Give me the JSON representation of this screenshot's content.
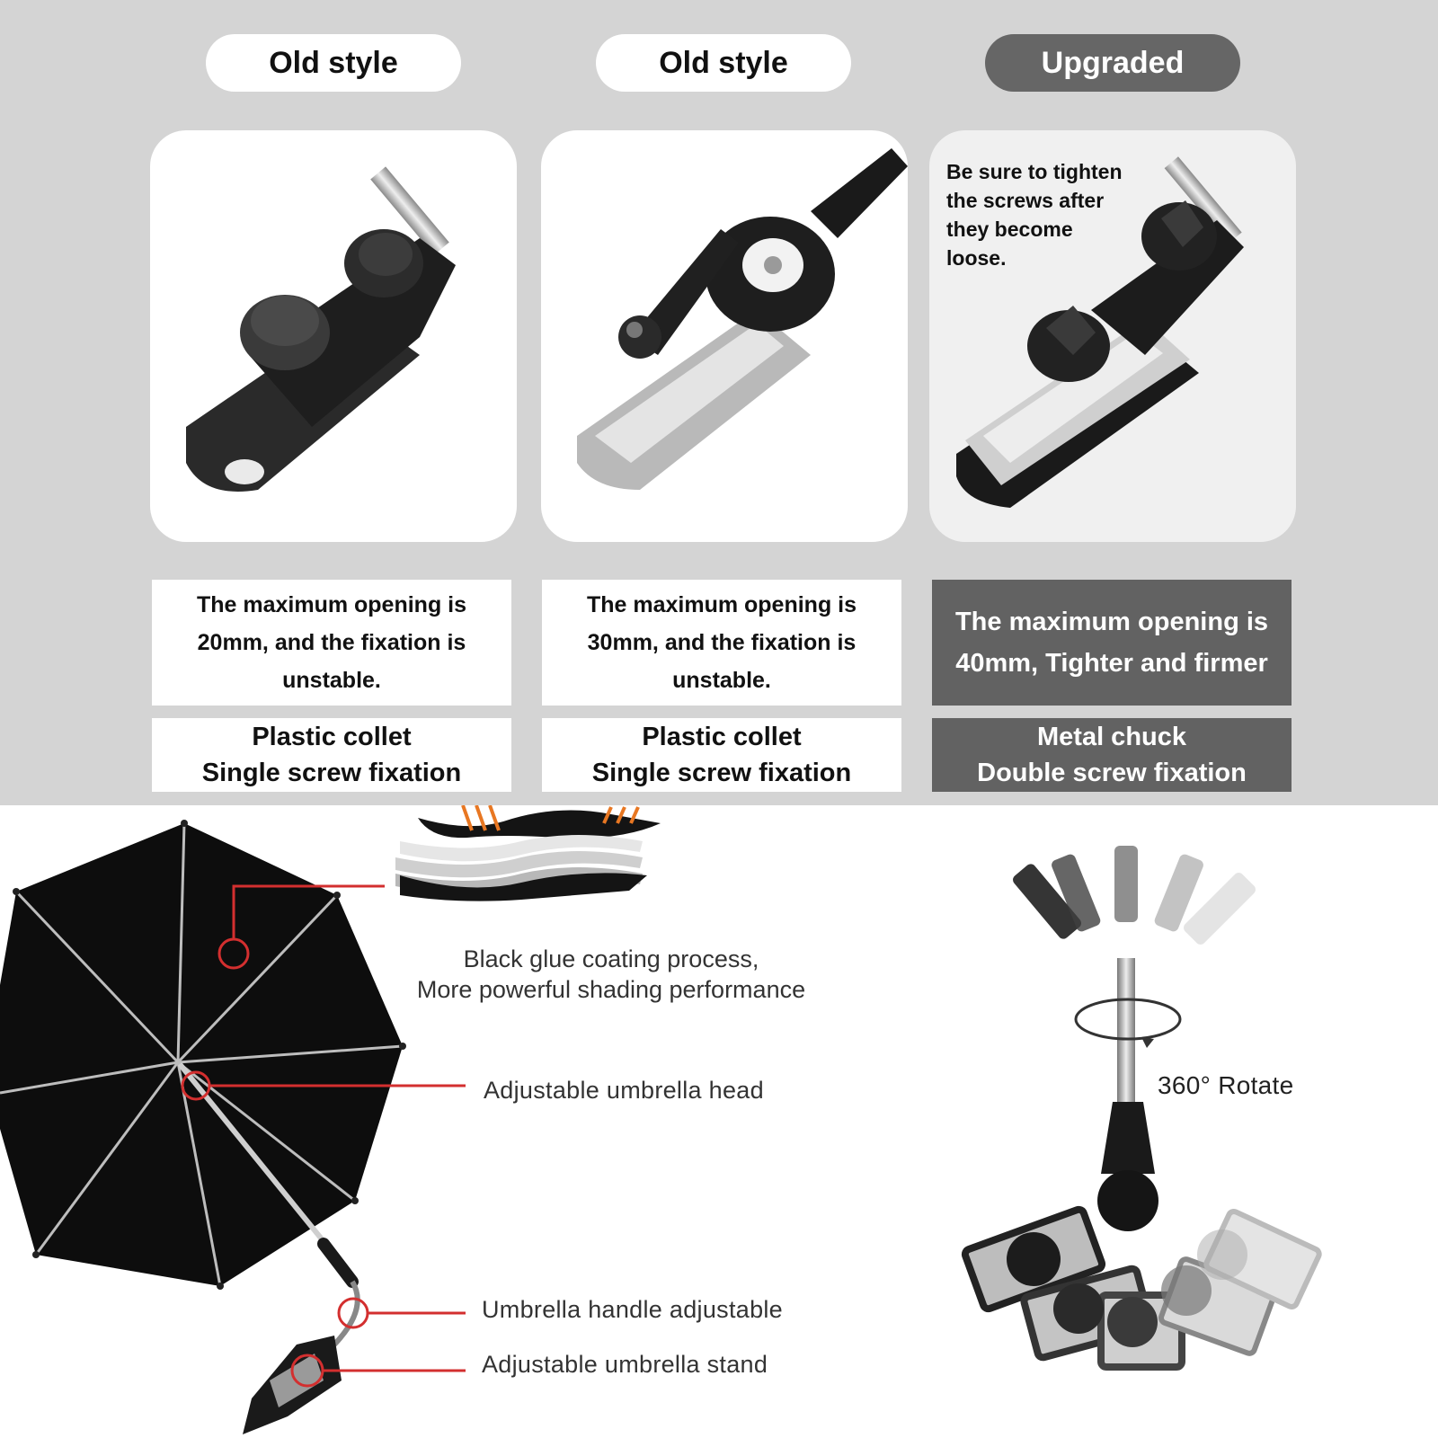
{
  "comparison": {
    "columns": [
      {
        "badge": "Old style",
        "opening_lines": [
          "The maximum opening is",
          "20mm, and the fixation is",
          "unstable."
        ],
        "feature_lines": [
          "Plastic collet",
          "Single screw fixation"
        ]
      },
      {
        "badge": "Old style",
        "opening_lines": [
          "The maximum opening is",
          "30mm, and the fixation is",
          "unstable."
        ],
        "feature_lines": [
          "Plastic collet",
          "Single screw fixation"
        ]
      },
      {
        "badge": "Upgraded",
        "note_lines": [
          "Be sure to tighten",
          "the screws after",
          "they become",
          "loose."
        ],
        "opening_lines": [
          "The maximum opening is",
          "40mm, Tighter and firmer"
        ],
        "feature_lines": [
          "Metal chuck",
          "Double screw fixation"
        ]
      }
    ]
  },
  "features": {
    "coating_lines": [
      "Black glue coating process,",
      "More powerful shading performance"
    ],
    "head_label": "Adjustable umbrella head",
    "handle_label": "Umbrella handle adjustable",
    "stand_label": "Adjustable umbrella stand",
    "rotate_label": "360° Rotate"
  },
  "colors": {
    "section_bg": "#d4d4d4",
    "upgraded_accent": "#626262",
    "callout_red": "#d32f2f",
    "arrow_orange": "#e87722"
  }
}
